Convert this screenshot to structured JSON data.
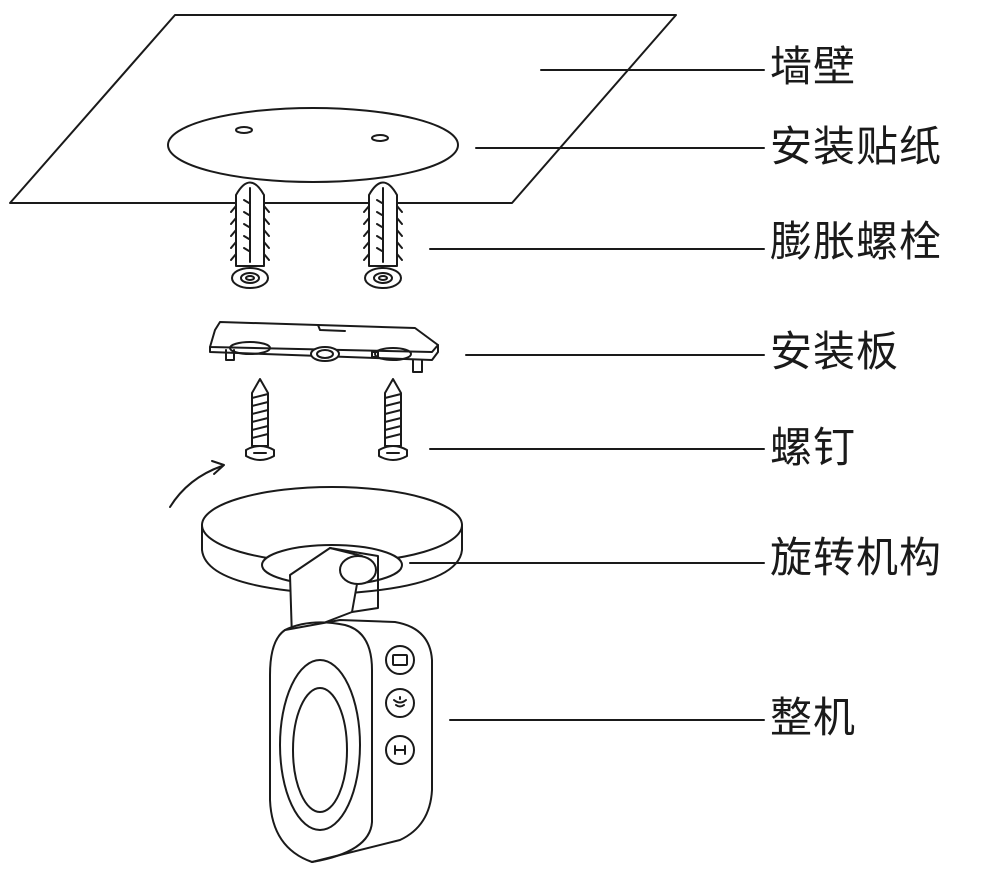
{
  "labels": {
    "wall": "墙壁",
    "sticker": "安装贴纸",
    "anchor": "膨胀螺栓",
    "plate": "安装板",
    "screw": "螺钉",
    "rotation": "旋转机构",
    "unit": "整机"
  },
  "colors": {
    "line": "#1a1a1a",
    "background": "#ffffff"
  }
}
